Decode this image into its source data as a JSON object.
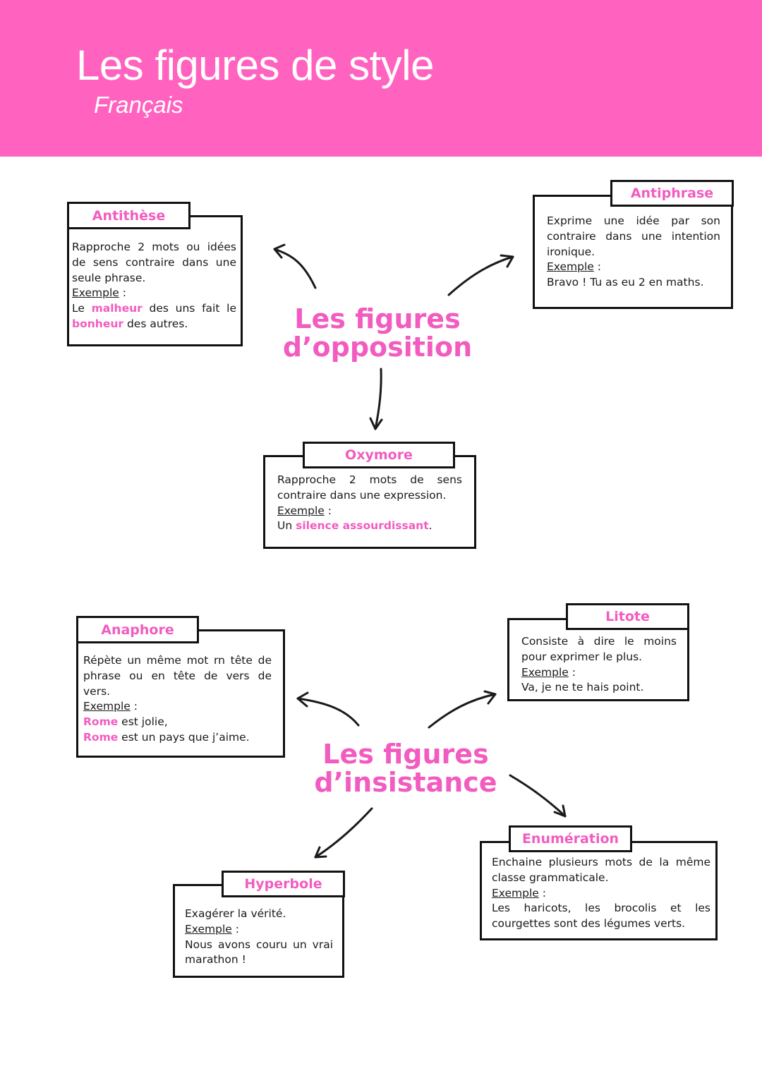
{
  "header": {
    "title": "Les figures de style",
    "subtitle": "Français"
  },
  "hubs": {
    "opposition": {
      "line1": "Les figures",
      "line2": "d’opposition"
    },
    "insistance": {
      "line1": "Les figures",
      "line2": "d’insistance"
    }
  },
  "example_label": "Exemple",
  "cards": {
    "antithese": {
      "title": "Antithèse",
      "definition": "Rapproche 2 mots ou idées de sens contraire dans une seule phrase.",
      "example": {
        "t1": "Le ",
        "h1": "malheur",
        "t2": " des uns fait le ",
        "h2": "bonheur",
        "t3": " des autres."
      }
    },
    "antiphrase": {
      "title": "Antiphrase",
      "definition": "Exprime une idée par son contraire dans une intention ironique.",
      "example": {
        "t1": "Bravo ! Tu as eu 2 en maths."
      }
    },
    "oxymore": {
      "title": "Oxymore",
      "definition": "Rapproche 2 mots de sens contraire dans une expression.",
      "example": {
        "t1": "Un ",
        "h1": "silence assourdissant",
        "t2": "."
      }
    },
    "anaphore": {
      "title": "Anaphore",
      "definition": "Répète un même mot rn tête de phrase ou en tête de vers de vers.",
      "example": {
        "h1": "Rome",
        "t1": " est jolie,",
        "h2": "Rome",
        "t2": " est un pays que j’aime."
      }
    },
    "litote": {
      "title": "Litote",
      "definition": "Consiste à dire le moins pour exprimer le plus.",
      "example": {
        "t1": "Va, je ne te hais point."
      }
    },
    "hyperbole": {
      "title": "Hyperbole",
      "definition": "Exagérer la vérité.",
      "example": {
        "t1": "Nous avons couru un vrai marathon !"
      }
    },
    "enumeration": {
      "title": "Enumération",
      "definition": "Enchaine plusieurs mots de la même classe grammaticale.",
      "example": {
        "t1": "Les haricots, les brocolis et les courgettes sont des légumes verts."
      }
    }
  },
  "colors": {
    "header_bg": "#ff63bf",
    "accent": "#f25cc0",
    "border": "#111111"
  }
}
